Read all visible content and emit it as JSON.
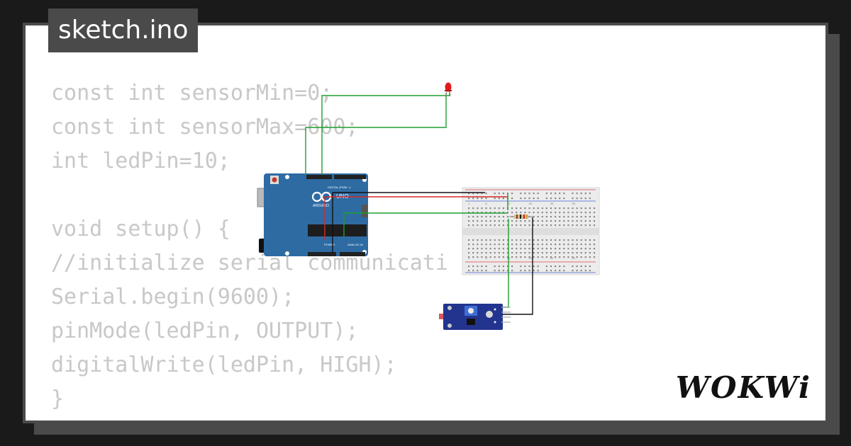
{
  "header": {
    "title": "sketch.ino"
  },
  "code": {
    "lines": [
      "const int sensorMin=0;",
      "const int sensorMax=600;",
      "int ledPin=10;",
      "",
      "void setup() {",
      "//initialize serial communicati",
      "Serial.begin(9600);",
      "pinMode(ledPin, OUTPUT);",
      "digitalWrite(ledPin, HIGH);",
      "}"
    ]
  },
  "board": {
    "brand_label": "ARDUINO",
    "model_label": "UNO",
    "digital_label": "DIGITAL (PWM ~)",
    "analog_label": "ANALOG IN",
    "power_label": "POWER"
  },
  "breadboard": {
    "col_labels": [
      "1",
      "5",
      "10",
      "15",
      "20",
      "25"
    ]
  },
  "brand": {
    "name": "WOKWi"
  },
  "colors": {
    "board": "#2e6ba3",
    "wire_green": "#1e9e2e",
    "wire_red": "#d42a2a",
    "wire_black": "#111111",
    "led": "#e01b1b",
    "sensor": "#23348f"
  }
}
